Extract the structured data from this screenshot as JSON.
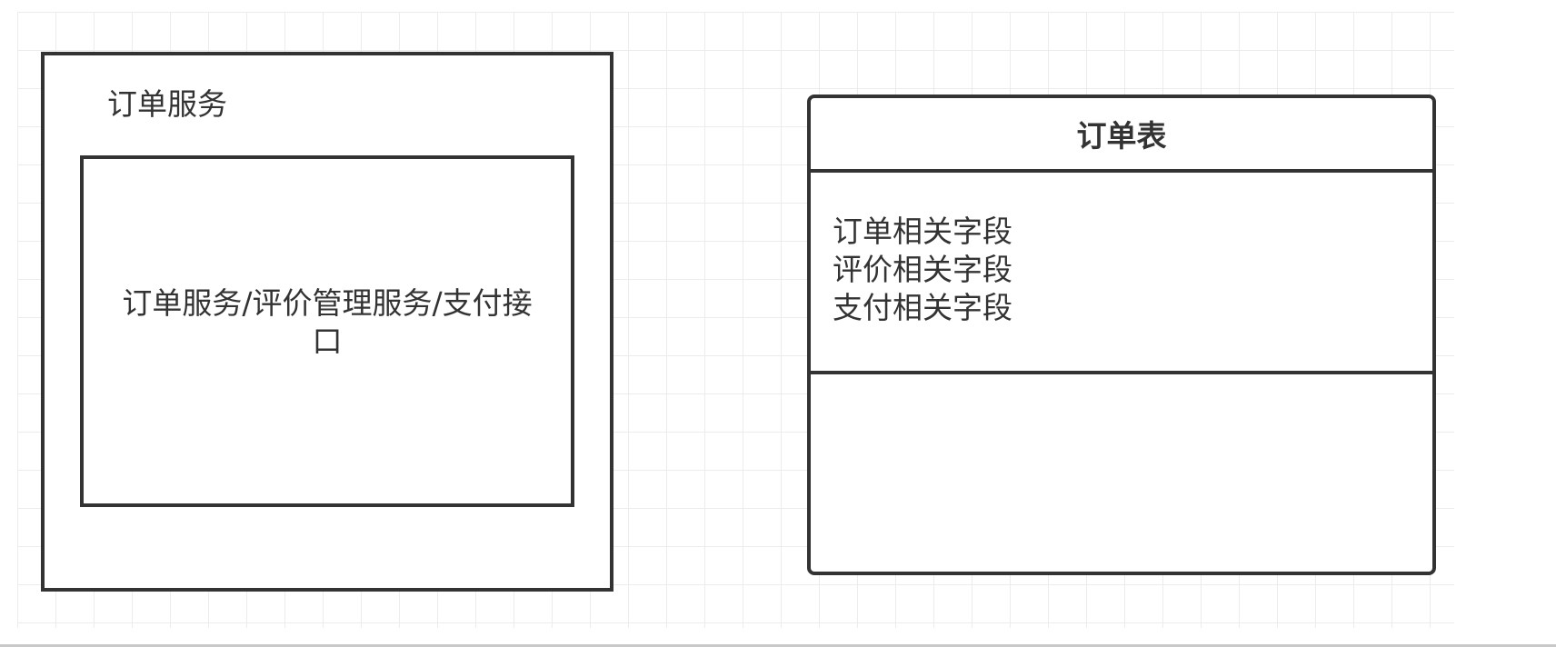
{
  "diagram": {
    "service_container": {
      "label": "订单服务",
      "inner_component": {
        "label": "订单服务/评价管理服务/支付接口"
      }
    },
    "table": {
      "title": "订单表",
      "fields": [
        "订单相关字段",
        "评价相关字段",
        "支付相关字段"
      ],
      "methods": []
    }
  },
  "colors": {
    "stroke": "#333333",
    "grid": "#ececec",
    "fill": "#ffffff"
  }
}
